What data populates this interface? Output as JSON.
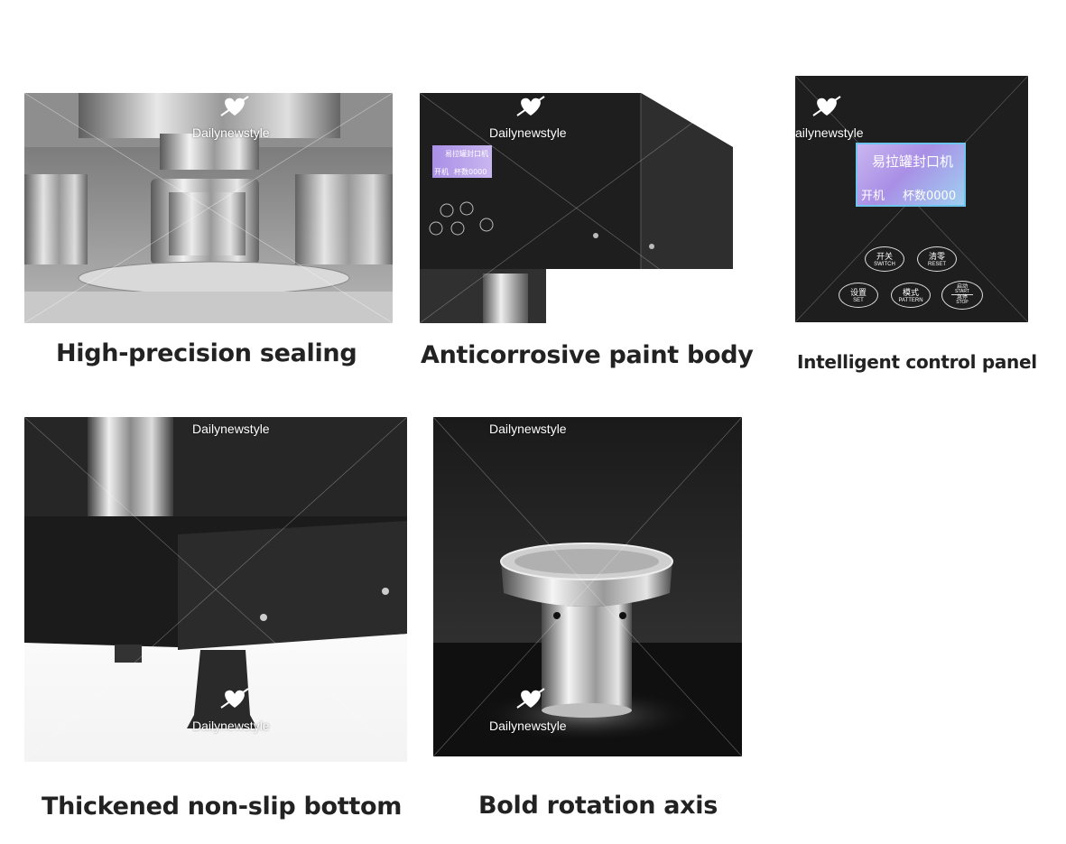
{
  "captions": {
    "sealing": "High-precision sealing",
    "paint": "Anticorrosive paint body",
    "panel": "Intelligent control panel",
    "bottom": "Thickened non-slip bottom",
    "axis": "Bold rotation axis"
  },
  "watermark": {
    "text": "Dailynewstyle",
    "text_cropped": "ailynewstyle"
  },
  "control_panel": {
    "display_title": "易拉罐封口机",
    "display_status": "开机",
    "display_count": "杯数0000",
    "buttons": [
      {
        "cn": "开关",
        "en": "SWITCH"
      },
      {
        "cn": "清零",
        "en": "RESET"
      },
      {
        "cn": "设置",
        "en": "SET"
      },
      {
        "cn": "模式",
        "en": "PATTERN"
      },
      {
        "cn": "启动",
        "en": "START"
      },
      {
        "cn": "急停",
        "en": "STOP"
      }
    ]
  },
  "paint_display": {
    "title": "易拉罐封口机",
    "status": "开机",
    "count": "杯数0000"
  },
  "colors": {
    "display_purple": "#a98fe6",
    "display_blue": "#9fd0f0",
    "machine_black": "#1e1e1e"
  }
}
